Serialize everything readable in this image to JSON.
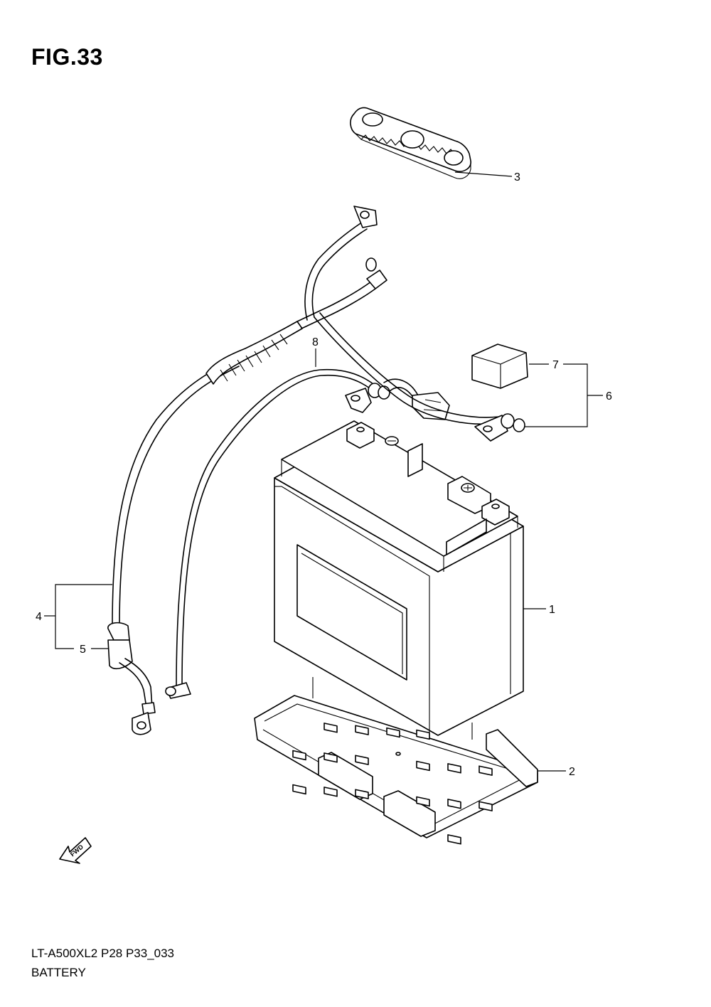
{
  "figure": {
    "title": "FIG.33"
  },
  "callouts": {
    "p1": "1",
    "p2": "2",
    "p3": "3",
    "p4": "4",
    "p5": "5",
    "p6": "6",
    "p7": "7",
    "p8": "8"
  },
  "fwd_label": "FWD",
  "footer": {
    "code": "LT-A500XL2 P28 P33_033",
    "name": "BATTERY"
  }
}
